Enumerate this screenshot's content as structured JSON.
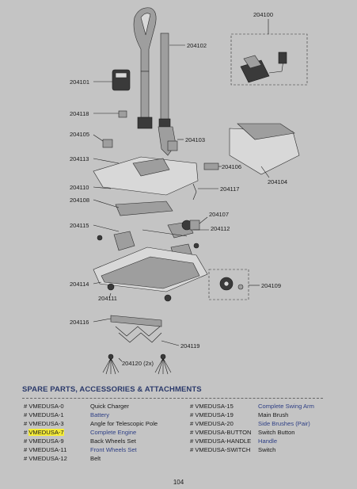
{
  "diagram": {
    "callouts": {
      "c204100": "204100",
      "c204102": "204102",
      "c204101": "204101",
      "c204118": "204118",
      "c204105": "204105",
      "c204103": "204103",
      "c204113": "204113",
      "c204106": "204106",
      "c204104": "204104",
      "c204110": "204110",
      "c204117": "204117",
      "c204108": "204108",
      "c204107": "204107",
      "c204115": "204115",
      "c204112": "204112",
      "c204114": "204114",
      "c204109": "204109",
      "c204111": "204111",
      "c204116": "204116",
      "c204119": "204119",
      "c204120": "204120 (2x)"
    }
  },
  "section_title": "SPARE PARTS, ACCESSORIES & ATTACHMENTS",
  "parts_left": [
    {
      "code": "# VMEDUSA-0",
      "desc": "Quick Charger",
      "highlight": false,
      "blue": false
    },
    {
      "code": "# VMEDUSA-1",
      "desc": "Battery",
      "highlight": false,
      "blue": true
    },
    {
      "code": "# VMEDUSA-3",
      "desc": "Angle for Telescopic Pole",
      "highlight": false,
      "blue": false
    },
    {
      "code": "VMEDUSA-7",
      "desc": "Complete Engine",
      "highlight": true,
      "blue": true
    },
    {
      "code": "# VMEDUSA-9",
      "desc": "Back Wheels Set",
      "highlight": false,
      "blue": false
    },
    {
      "code": "# VMEDUSA-11",
      "desc": "Front Wheels Set",
      "highlight": false,
      "blue": true
    },
    {
      "code": "# VMEDUSA-12",
      "desc": "Belt",
      "highlight": false,
      "blue": false
    }
  ],
  "parts_right": [
    {
      "code": "# VMEDUSA-15",
      "desc": "Complete Swing Arm",
      "blue": true
    },
    {
      "code": "# VMEDUSA-19",
      "desc": "Main Brush",
      "blue": false
    },
    {
      "code": "# VMEDUSA-20",
      "desc": "Side Brushes (Pair)",
      "blue": true
    },
    {
      "code": "# VMEDUSA-BUTTON",
      "desc": "Switch Button",
      "blue": false
    },
    {
      "code": "# VMEDUSA-HANDLE",
      "desc": "Handle",
      "blue": true
    },
    {
      "code": "# VMEDUSA-SWITCH",
      "desc": "Switch",
      "blue": false
    }
  ],
  "highlight_prefix": "# ",
  "page_number": "104",
  "colors": {
    "accent_blue": "#2e3f85",
    "title_blue": "#2b3a6b",
    "highlight": "#f5ec38",
    "background": "#c4c4c4"
  }
}
